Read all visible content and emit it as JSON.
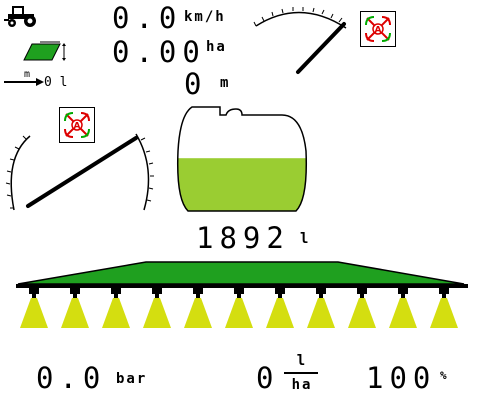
{
  "top": {
    "speed_value": "0.0",
    "speed_unit": "km/h",
    "area_value": "0.00",
    "area_unit": "ha",
    "distance_value": "0",
    "distance_unit": "m",
    "boom_width_label": "m",
    "boom_width_value": "0 l"
  },
  "tank": {
    "volume_value": "1892",
    "volume_unit": "l",
    "fill_level": 0.55,
    "fill_color": "#9acd32"
  },
  "boom": {
    "color": "#1fa01f",
    "nozzle_count": 11,
    "spray_color": "#d4de10"
  },
  "bottom": {
    "pressure_value": "0.0",
    "pressure_unit": "bar",
    "rate_value": "0",
    "rate_unit_num": "l",
    "rate_unit_den": "ha",
    "percent_value": "100",
    "percent_unit": "%"
  },
  "icons": {
    "tractor": "tractor-icon",
    "field_area": "field-area-icon",
    "boom_width": "boom-width-icon",
    "auto_mode": "auto-mode-icon"
  }
}
